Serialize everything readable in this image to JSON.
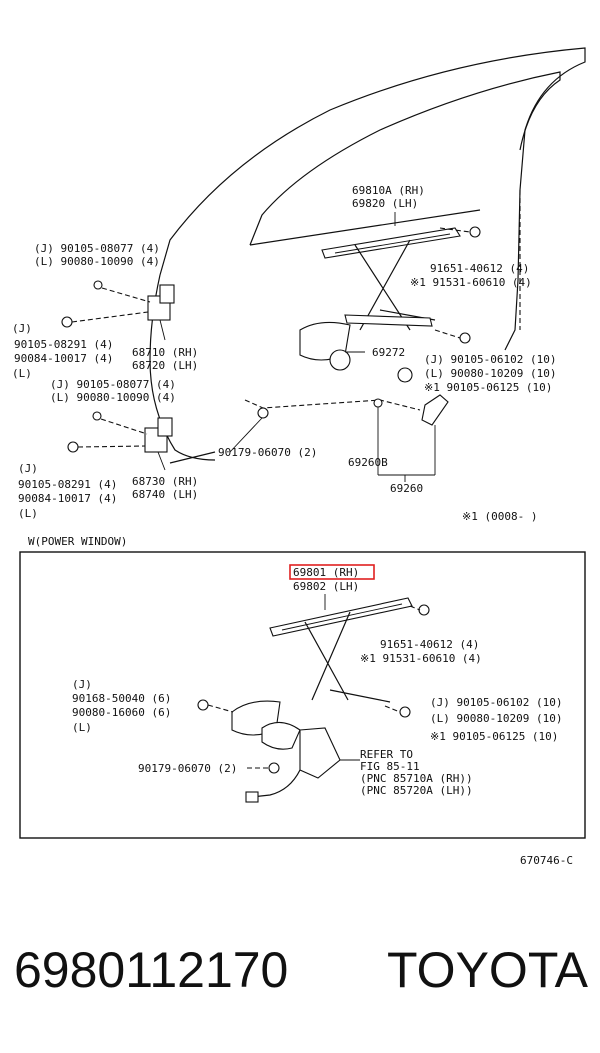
{
  "upper": {
    "regulator_rh": "69810A (RH)",
    "regulator_lh": "69820  (LH)",
    "hinge_upper_bolt_j": "(J) 90105-08077 (4)",
    "hinge_upper_bolt_l": "(L) 90080-10090 (4)",
    "bolt_right_1": "91651-40612 (4)",
    "bolt_right_2": "※1 91531-60610 (4)",
    "hinge_upper_j": "(J)",
    "hinge_upper_pn1": "90105-08291 (4)",
    "hinge_upper_pn2": "90084-10017 (4)",
    "hinge_upper_l": "(L)",
    "hinge_upper_rh": "68710 (RH)",
    "hinge_upper_lh": "68720 (LH)",
    "part_69272": "69272",
    "right_bolt_j": "(J) 90105-06102 (10)",
    "right_bolt_l": "(L) 90080-10209 (10)",
    "right_bolt_x": "※1 90105-06125 (10)",
    "hinge_lower_bolt_j": "(J) 90105-08077 (4)",
    "hinge_lower_bolt_l": "(L) 90080-10090 (4)",
    "clip": "90179-06070 (2)",
    "hinge_lower_j": "(J)",
    "hinge_lower_pn1": "90105-08291 (4)",
    "hinge_lower_pn2": "90084-10017 (4)",
    "hinge_lower_l": "(L)",
    "hinge_lower_rh": "68730 (RH)",
    "hinge_lower_lh": "68740 (LH)",
    "handle_sub": "69260B",
    "handle": "69260",
    "note": "※1  (0008-     )"
  },
  "power_window": {
    "section_title": "W(POWER WINDOW)",
    "regulator_rh": "69801 (RH)",
    "regulator_lh": "69802 (LH)",
    "bolt_right_1": "91651-40612 (4)",
    "bolt_right_2": "※1 91531-60610 (4)",
    "left_j": "(J)",
    "left_pn1": "90168-50040 (6)",
    "left_pn2": "90080-16060 (6)",
    "left_l": "(L)",
    "right_bolt_j": "(J) 90105-06102 (10)",
    "right_bolt_l": "(L) 90080-10209 (10)",
    "right_bolt_x": "※1 90105-06125 (10)",
    "clip": "90179-06070 (2)",
    "refer_1": "REFER TO",
    "refer_2": "FIG 85-11",
    "refer_3": "(PNC 85710A (RH))",
    "refer_4": "(PNC 85720A (LH))"
  },
  "figure_id": "670746-C",
  "footer": {
    "part_number": "6980112170",
    "brand": "TOYOTA"
  },
  "colors": {
    "highlight": "#e02020",
    "ink": "#111111"
  }
}
